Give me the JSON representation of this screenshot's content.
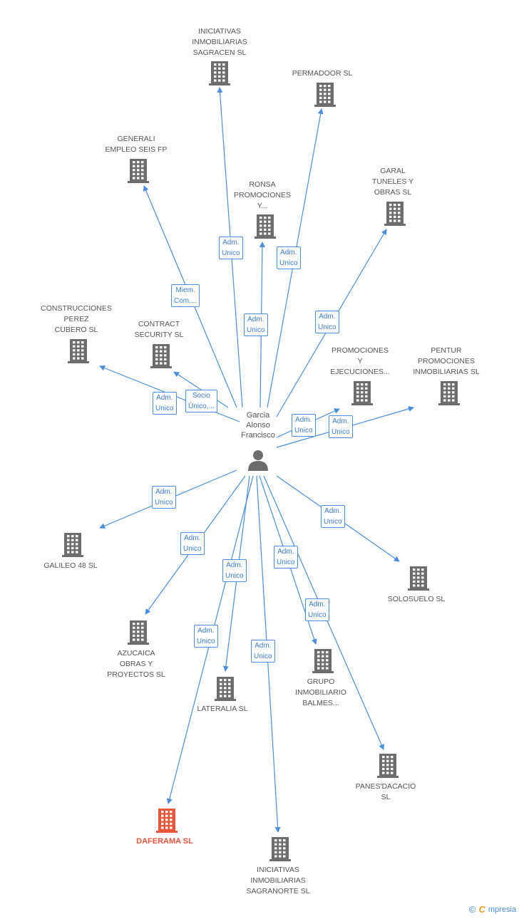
{
  "center": {
    "label": "Garcia\nAlonso\nFrancisco",
    "icon": "person-icon"
  },
  "colors": {
    "edge": "#4a8ee0",
    "building": "#6d6d6d",
    "highlight": "#e8563a"
  },
  "companies": [
    {
      "id": "sagracen",
      "label": "INICIATIVAS\nINMOBILIARIAS\nSAGRACEN SL",
      "highlight": false
    },
    {
      "id": "permadoor",
      "label": "PERMADOOR SL",
      "highlight": false
    },
    {
      "id": "generali",
      "label": "GENERALI\nEMPLEO SEIS FP",
      "highlight": false
    },
    {
      "id": "ronsa",
      "label": "RONSA\nPROMOCIONES\nY...",
      "highlight": false
    },
    {
      "id": "garal",
      "label": "GARAL\nTUNELES Y\nOBRAS SL",
      "highlight": false
    },
    {
      "id": "construcciones",
      "label": "CONSTRUCCIONES\nPEREZ\nCUBERO SL",
      "highlight": false
    },
    {
      "id": "contract",
      "label": "CONTRACT\nSECURITY SL",
      "highlight": false
    },
    {
      "id": "promociones",
      "label": "PROMOCIONES\nY\nEJECUCIONES...",
      "highlight": false
    },
    {
      "id": "pentur",
      "label": "PENTUR\nPROMOCIONES\nINMOBILIARIAS SL",
      "highlight": false
    },
    {
      "id": "galileo",
      "label": "GALILEO 48 SL",
      "highlight": false
    },
    {
      "id": "solosuelo",
      "label": "SOLOSUELO SL",
      "highlight": false
    },
    {
      "id": "azucaica",
      "label": "AZUCAICA\nOBRAS Y\nPROYECTOS SL",
      "highlight": false
    },
    {
      "id": "lateralia",
      "label": "LATERALIA SL",
      "highlight": false
    },
    {
      "id": "grupo",
      "label": "GRUPO\nINMOBILIARIO\nBALMES...",
      "highlight": false
    },
    {
      "id": "panes",
      "label": "PANES'DACACIO\nSL",
      "highlight": false
    },
    {
      "id": "daferama",
      "label": "DAFERAMA SL",
      "highlight": true
    },
    {
      "id": "sagranorte",
      "label": "INICIATIVAS\nINMOBILIARIAS\nSAGRANORTE SL",
      "highlight": false
    }
  ],
  "edges": [
    {
      "to": "sagracen",
      "label": "Adm.\nUnico"
    },
    {
      "to": "permadoor",
      "label": "Adm.\nUnico"
    },
    {
      "to": "generali",
      "label": "Miem.\nCom...."
    },
    {
      "to": "ronsa",
      "label": "Adm.\nUnico"
    },
    {
      "to": "garal",
      "label": "Adm.\nUnico"
    },
    {
      "to": "construcciones",
      "label": "Adm.\nUnico"
    },
    {
      "to": "contract",
      "label": "Socio\nÚnico,..."
    },
    {
      "to": "promociones",
      "label": "Adm.\nUnico"
    },
    {
      "to": "pentur",
      "label": "Adm.\nUnico"
    },
    {
      "to": "galileo",
      "label": "Adm.\nUnico"
    },
    {
      "to": "solosuelo",
      "label": "Adm.\nUnico"
    },
    {
      "to": "azucaica",
      "label": "Adm.\nUnico"
    },
    {
      "to": "lateralia",
      "label": "Adm.\nUnico"
    },
    {
      "to": "grupo",
      "label": "Adm.\nUnico"
    },
    {
      "to": "panes",
      "label": "Adm.\nUnico"
    },
    {
      "to": "daferama",
      "label": "Adm.\nUnico"
    },
    {
      "to": "sagranorte",
      "label": "Adm.\nUnico"
    }
  ],
  "brand": {
    "copyright": "©",
    "initial": "C",
    "name": "mpresia"
  }
}
